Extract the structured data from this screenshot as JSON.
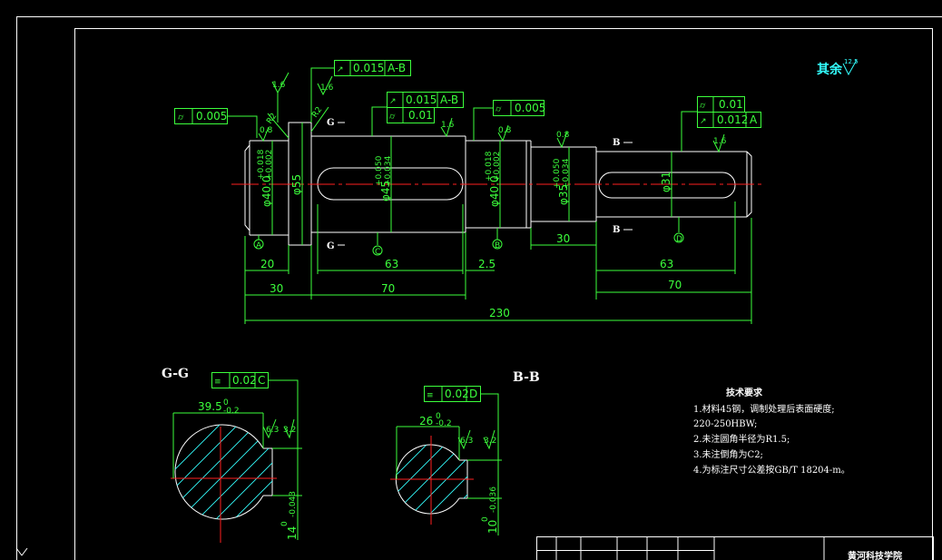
{
  "drawing": {
    "roughness_symbol": {
      "label": "其余",
      "value": "12.5"
    },
    "main_view": {
      "dimensions": {
        "d_20": "20",
        "d_30_left": "30",
        "d_63_left": "63",
        "d_70_left": "70",
        "d_2_5": "2.5",
        "d_30_mid": "30",
        "d_63_right": "63",
        "d_70_right": "70",
        "d_230": "230",
        "dia_40_left": "φ40.0",
        "dia_40_left_tol_up": "+0.018",
        "dia_40_left_tol_lo": "+0.002",
        "dia_55": "φ55",
        "dia_45": "φ45",
        "dia_45_tol_up": "+0.050",
        "dia_45_tol_lo": "+0.034",
        "dia_40_right": "φ40.0",
        "dia_40_right_tol_up": "+0.018",
        "dia_40_right_tol_lo": "+0.002",
        "dia_35": "φ35",
        "dia_35_tol_up": "+0.050",
        "dia_35_tol_lo": "+0.034",
        "dia_31": "φ31",
        "r2_left": "R2",
        "r2_right": "R2"
      },
      "tolerance_frames": {
        "f1": {
          "value": "0.005"
        },
        "f2": {
          "value": "0.015",
          "datum": "A-B"
        },
        "f3a": {
          "value": "0.015",
          "datum": "A-B"
        },
        "f3b": {
          "value": "0.01"
        },
        "f4": {
          "value": "0.005"
        },
        "f5a": {
          "value": "0.01"
        },
        "f5b": {
          "value": "0.012",
          "datum": "A"
        }
      },
      "roughness_values": {
        "r1": "1.6",
        "r2": "1.6",
        "r3": "1.6",
        "r4": "1.6",
        "r5": "0.8",
        "r6": "0.8",
        "r7": "0.8",
        "r8": "1.6"
      },
      "datums": {
        "a": "A",
        "c": "C",
        "b": "B",
        "d": "D"
      },
      "section_markers": {
        "g_top": "G",
        "g_bot": "G",
        "b_top": "B",
        "b_bot": "B"
      }
    },
    "section_gg": {
      "title": "G-G",
      "frame": {
        "value": "0.02",
        "datum": "C"
      },
      "width_dim": "39.5",
      "width_tol": "0",
      "width_tol_lo": "-0.2",
      "key_dim": "14",
      "key_tol_up": "0",
      "key_tol_lo": "-0.043",
      "roughness_a": "6.3",
      "roughness_b": "3.2"
    },
    "section_bb": {
      "title": "B-B",
      "frame": {
        "value": "0.02",
        "datum": "D"
      },
      "width_dim": "26",
      "width_tol": "0",
      "width_tol_lo": "-0.2",
      "key_dim": "10",
      "key_tol_up": "0",
      "key_tol_lo": "-0.036",
      "roughness_a": "6.3",
      "roughness_b": "3.2"
    },
    "notes": {
      "title": "技术要求",
      "lines": [
        "1.材料45钢，调制处理后表面硬度;",
        "220-250HBW;",
        "2.未注圆角半径为R1.5;",
        "3.未注倒角为C2;",
        "4.为标注尺寸公差按GB/T 18204-m。"
      ]
    },
    "title_block": {
      "school": "黄河科技学院"
    }
  }
}
